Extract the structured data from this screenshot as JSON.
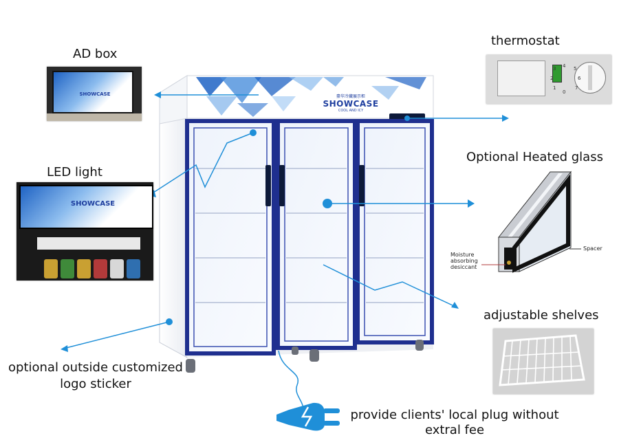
{
  "labels": {
    "ad_box": "AD box",
    "thermostat": "thermostat",
    "led_light": "LED light",
    "heated_glass": "Optional Heated glass",
    "adjustable_shelves": "adjustable shelves",
    "logo_sticker": "optional outside customized logo sticker",
    "local_plug": "provide clients' local plug without extral fee"
  },
  "brand": {
    "chinese_line": "豪华冷藏展示柜",
    "name": "SHOWCASE",
    "tagline": "COOL AND ICY"
  },
  "thermostat_dial": {
    "numbers": [
      "1",
      "2",
      "3",
      "4",
      "5",
      "6",
      "7",
      "0"
    ]
  },
  "glass_diagram": {
    "moisture": "Moisture absorbing desiccant",
    "spacer": "Spacer"
  },
  "colors": {
    "arrow": "#1f8fd8",
    "cabinet_frame": "#1f2f8f",
    "header_blue": "#1f63c4"
  }
}
